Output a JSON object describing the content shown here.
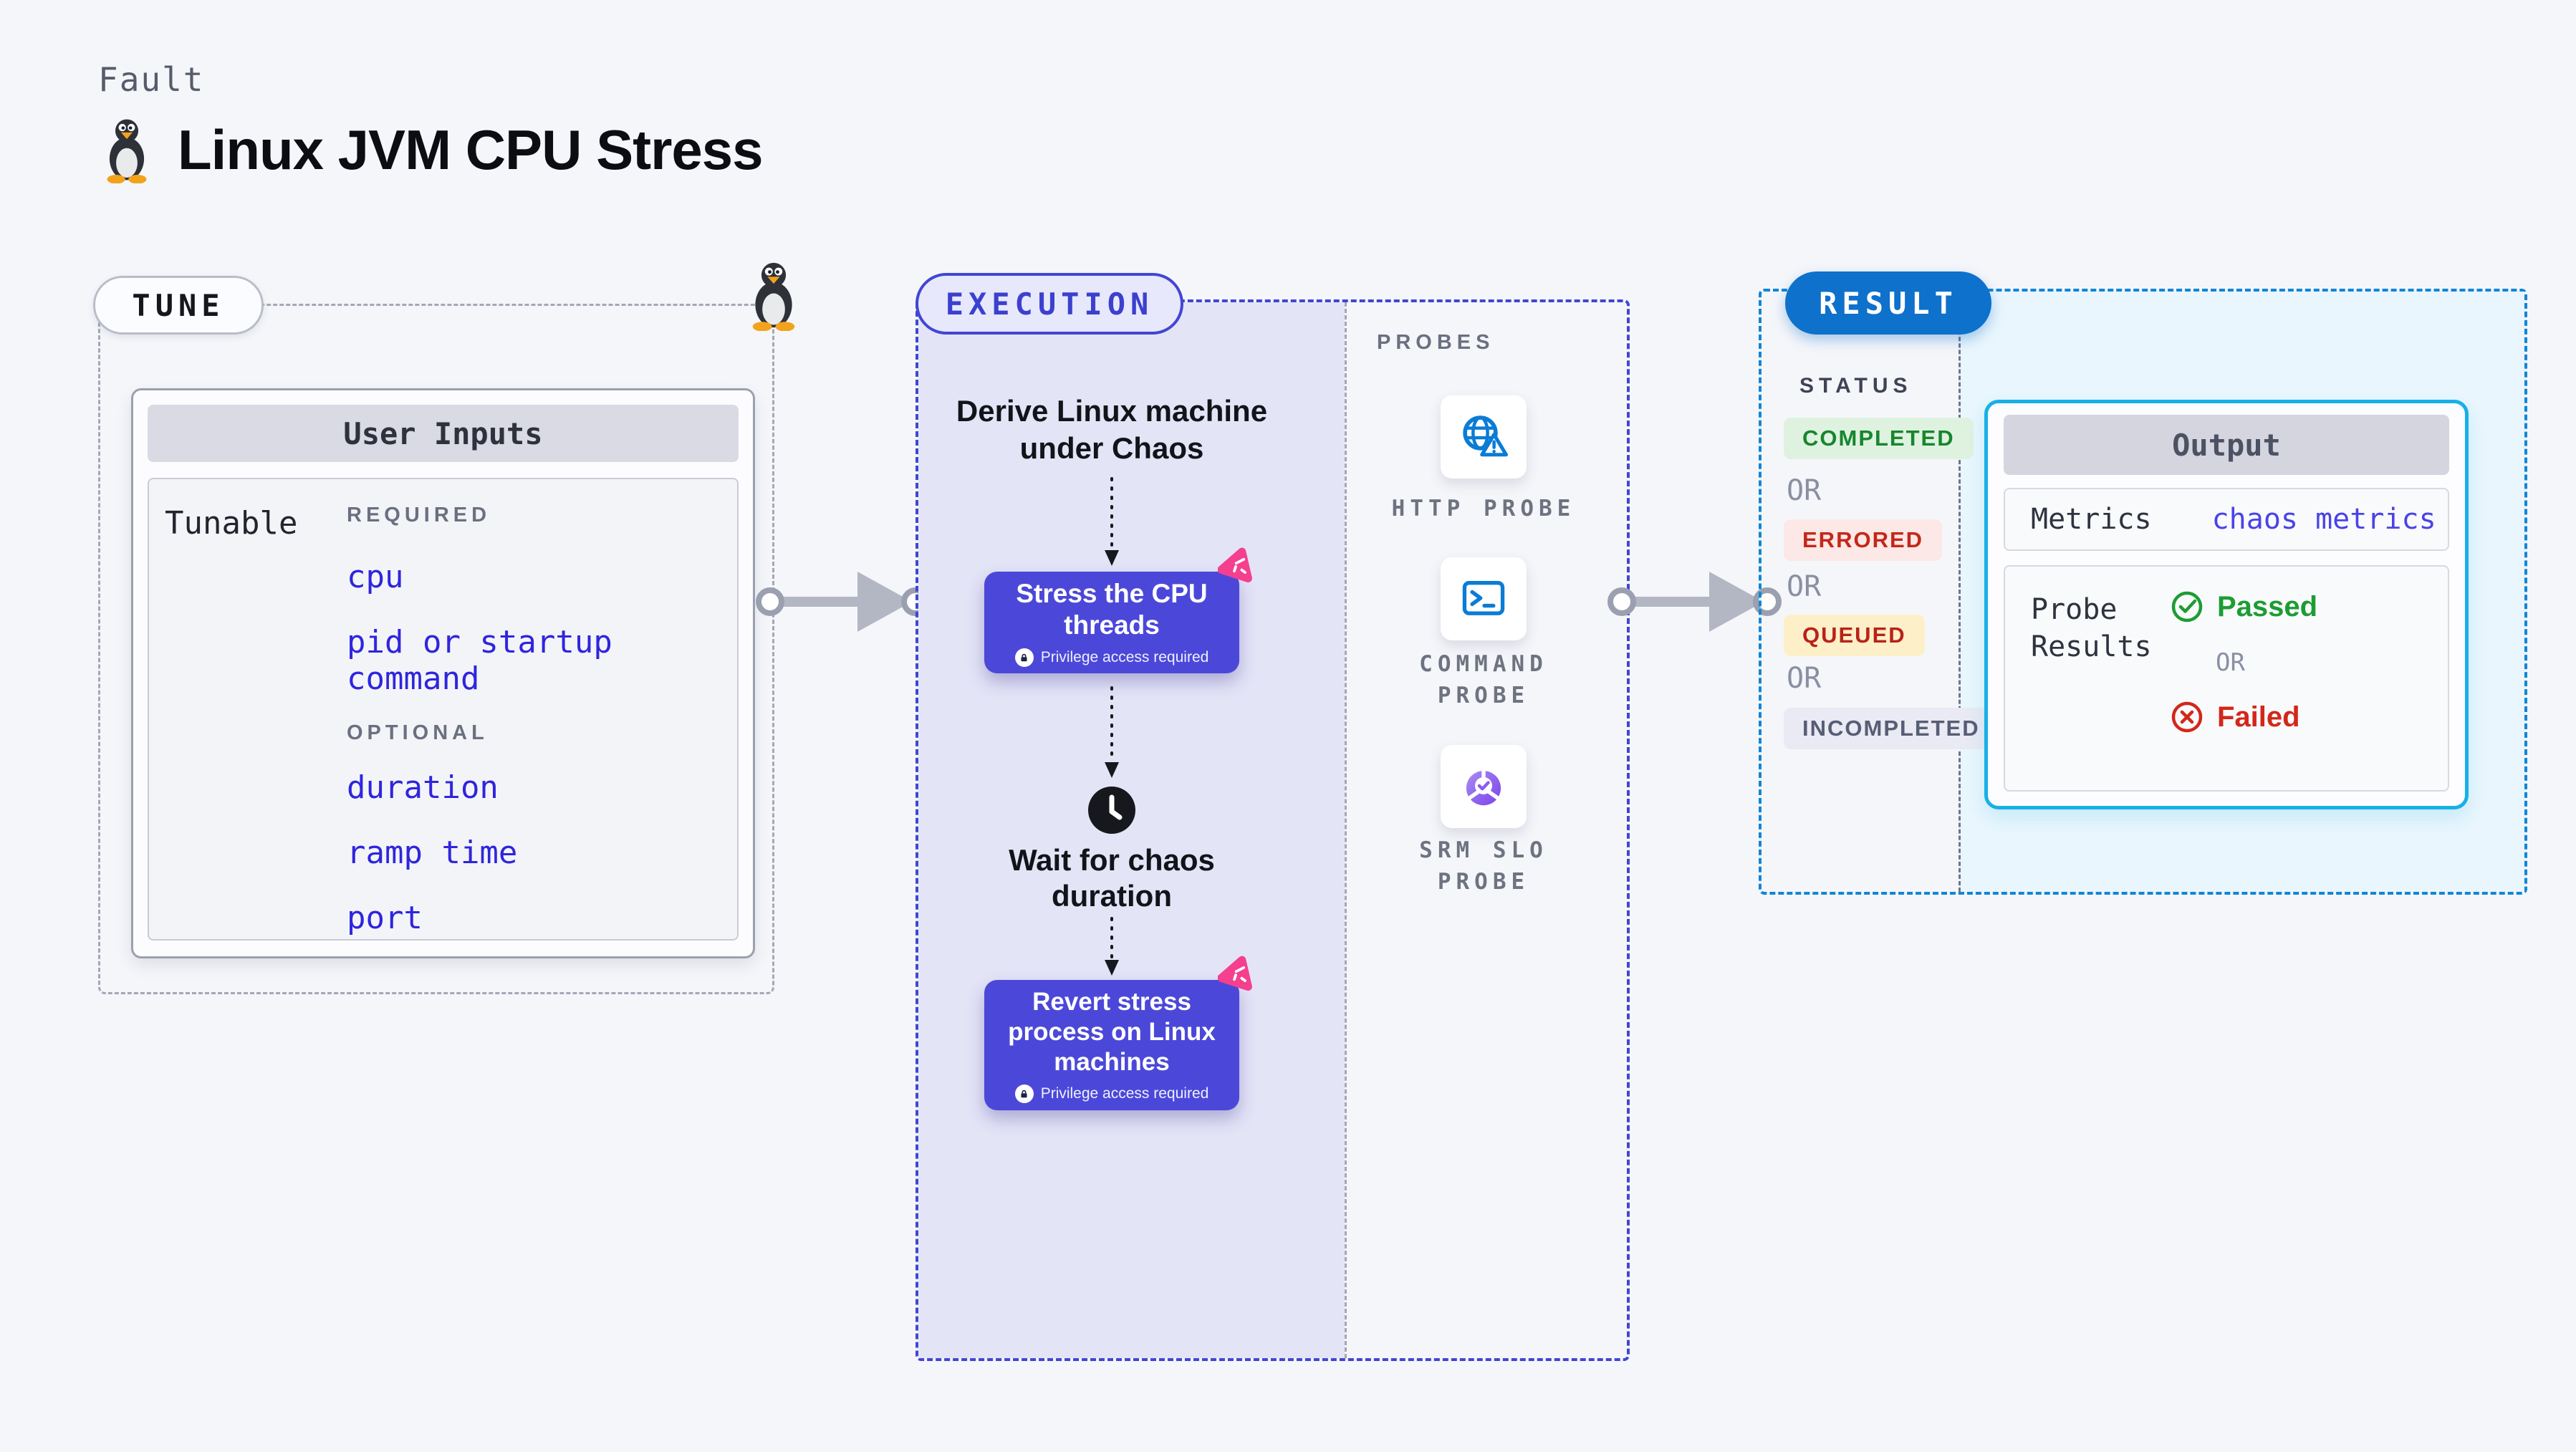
{
  "header": {
    "fault_label": "Fault",
    "title": "Linux JVM CPU Stress"
  },
  "tune": {
    "label": "TUNE",
    "user_inputs_header": "User Inputs",
    "tunable_label": "Tunable",
    "required_label": "REQUIRED",
    "required_items": [
      "cpu",
      "pid or startup command"
    ],
    "optional_label": "OPTIONAL",
    "optional_items": [
      "duration",
      "ramp time",
      "port"
    ]
  },
  "execution": {
    "label": "EXECUTION",
    "derive_text": "Derive Linux machine under Chaos",
    "stress_title": "Stress the CPU threads",
    "wait_text": "Wait for chaos duration",
    "revert_title": "Revert stress process on Linux machines",
    "privilege_note": "Privilege access required"
  },
  "probes": {
    "label": "PROBES",
    "items": [
      {
        "name": "HTTP PROBE",
        "icon": "globe-alert-icon"
      },
      {
        "name": "COMMAND PROBE",
        "icon": "terminal-icon"
      },
      {
        "name": "SRM SLO PROBE",
        "icon": "slo-pie-icon"
      }
    ]
  },
  "result": {
    "label": "RESULT",
    "status_label": "STATUS",
    "or_label": "OR",
    "statuses": [
      "COMPLETED",
      "ERRORED",
      "QUEUED",
      "INCOMPLETED"
    ],
    "output": {
      "header": "Output",
      "metrics_label": "Metrics",
      "metrics_value": "chaos metrics",
      "probe_results_label": "Probe Results",
      "passed_label": "Passed",
      "failed_label": "Failed",
      "or_label": "OR"
    }
  },
  "colors": {
    "execution_accent": "#4146d3",
    "result_accent": "#1086d6",
    "result_pill": "#0e71cb",
    "node_blue": "#4b48d9",
    "tunable_link_blue": "#2f25dd",
    "passed_green": "#1d9c33",
    "failed_red": "#d3271a",
    "probe_icon_blue": "#0a7cd6",
    "chaos_pink": "#f4408f",
    "lavender_fill": "#e4e4f7",
    "cyan_fill": "#e9f6fd"
  }
}
